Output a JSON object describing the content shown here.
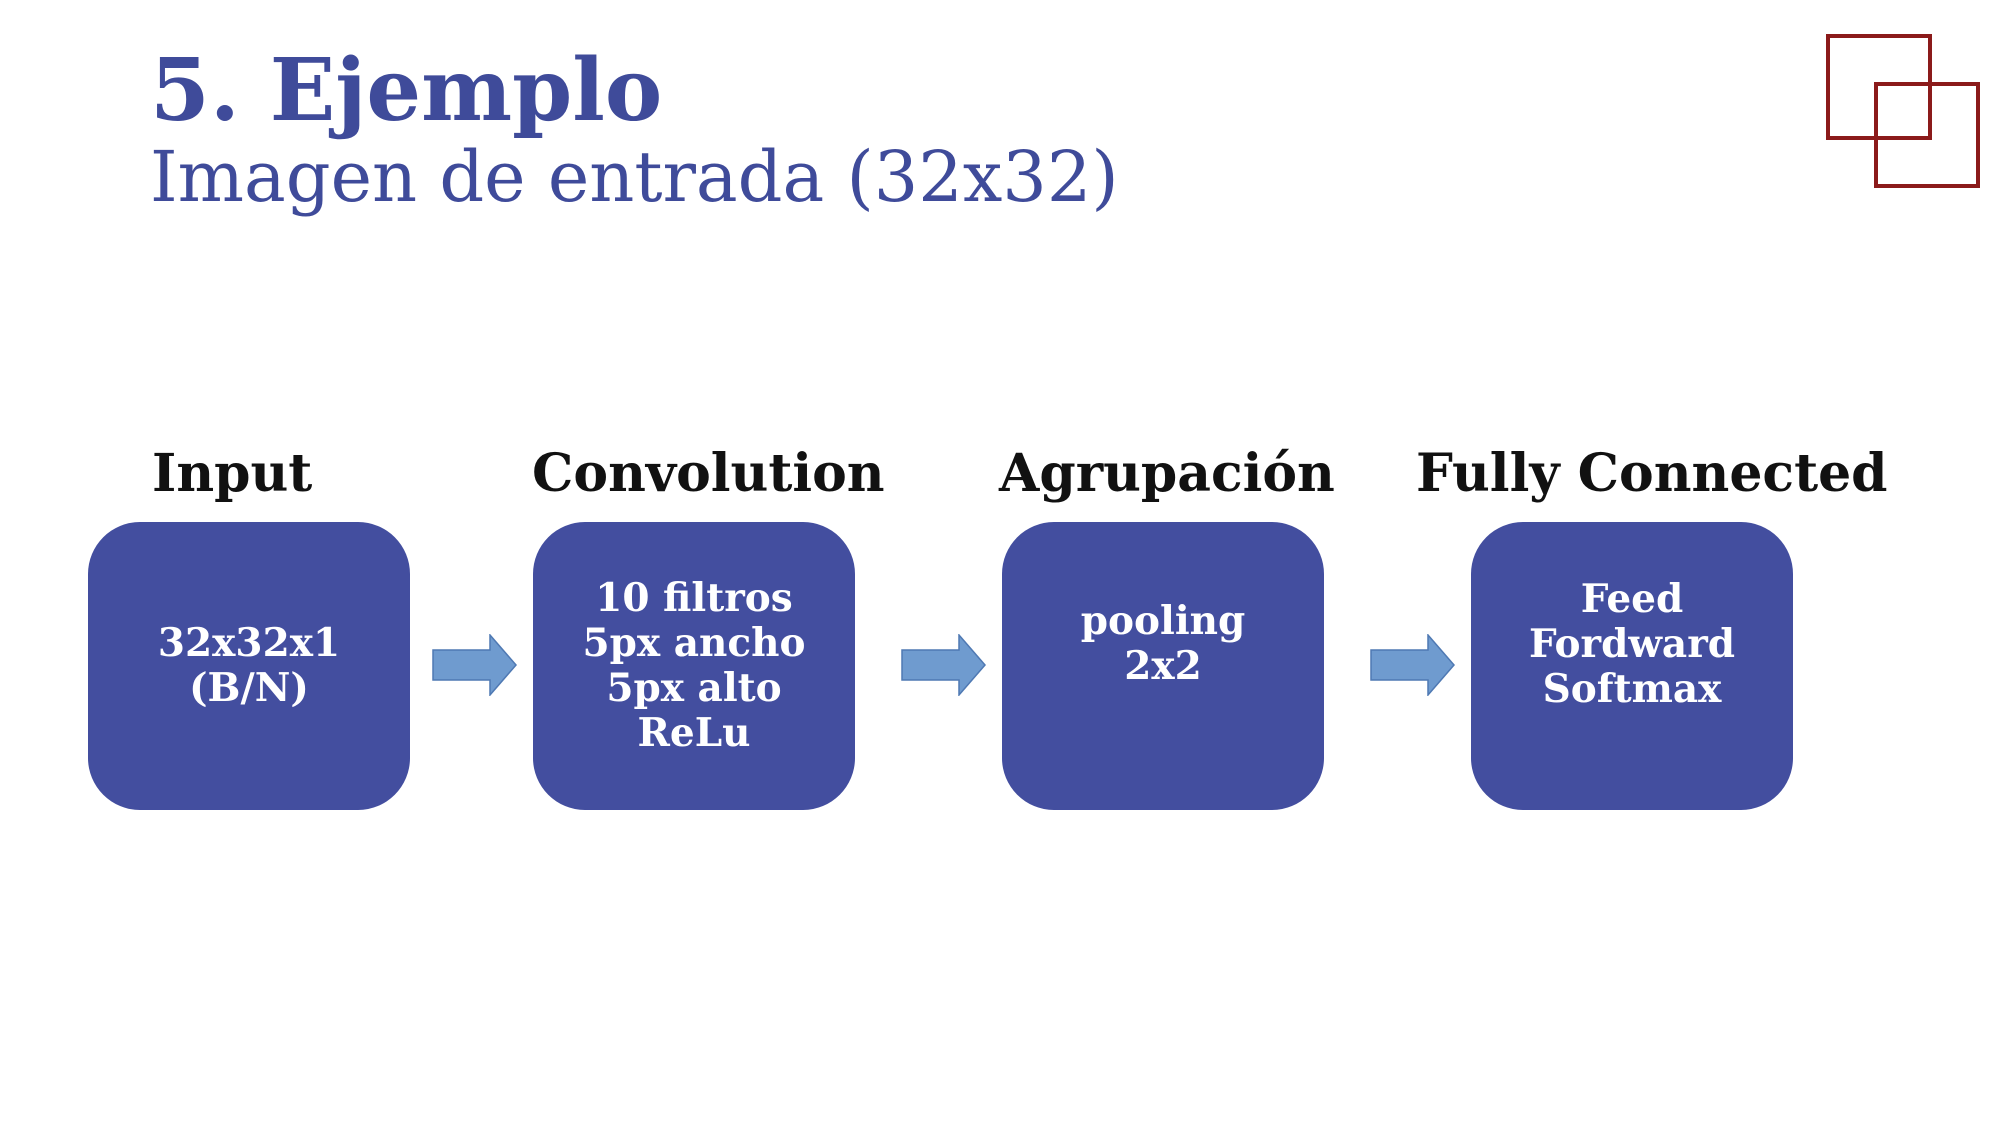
{
  "slide": {
    "title": "5. Ejemplo",
    "subtitle": "Imagen de entrada (32x32)"
  },
  "colors": {
    "heading": "#3f4b9a",
    "box_fill": "#434e9f",
    "arrow_fill": "#6f9bcf",
    "arrow_stroke": "#4f79b3",
    "logo_stroke": "#8b1a1a"
  },
  "stages": [
    {
      "label": "Input",
      "text": "32x32x1\n(B/N)"
    },
    {
      "label": "Convolution",
      "text": "10 filtros\n5px ancho\n5px alto\nReLu"
    },
    {
      "label": "Agrupación",
      "text": "pooling\n2x2"
    },
    {
      "label": "Fully Connected",
      "text": "Feed\nFordward\nSoftmax"
    }
  ]
}
